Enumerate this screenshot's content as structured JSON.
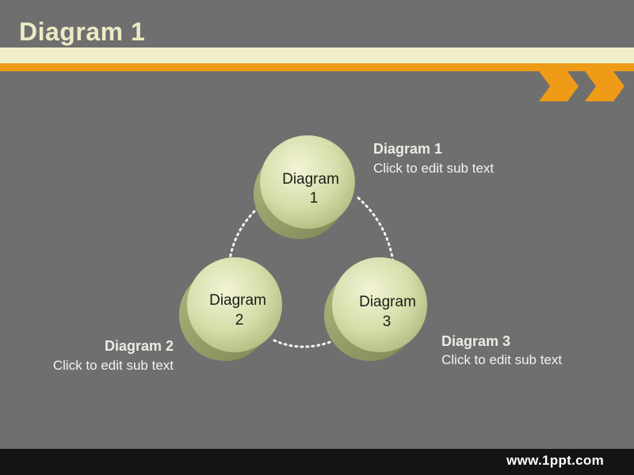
{
  "slide": {
    "title": "Diagram 1",
    "footer": "www.1ppt.com"
  },
  "colors": {
    "background": "#6f6f6f",
    "title_text": "#ecebc4",
    "cream_band": "#f1efc9",
    "orange_accent": "#ef9b17",
    "node_fill": "#d4dca8",
    "footer_bar": "#141414"
  },
  "nodes": [
    {
      "line1": "Diagram",
      "line2": "1"
    },
    {
      "line1": "Diagram",
      "line2": "2"
    },
    {
      "line1": "Diagram",
      "line2": "3"
    }
  ],
  "labels": [
    {
      "title": "Diagram 1",
      "sub": "Click to edit sub text"
    },
    {
      "title": "Diagram 2",
      "sub": "Click to edit sub text"
    },
    {
      "title": "Diagram 3",
      "sub": "Click to edit sub text"
    }
  ],
  "icons": [
    "chevron-right-icon",
    "chevron-right-icon"
  ]
}
